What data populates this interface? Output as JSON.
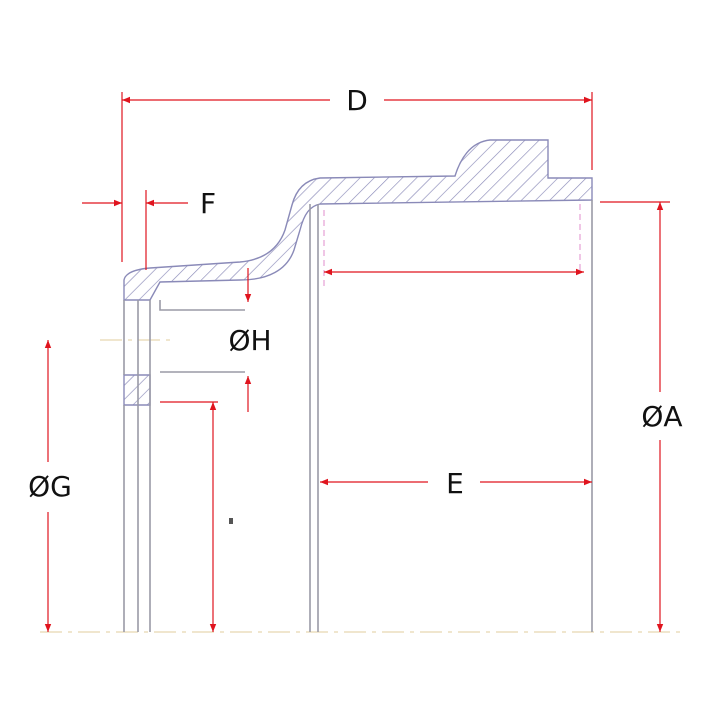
{
  "diagram": {
    "labels": {
      "D": "D",
      "F": "F",
      "H": "ØH",
      "A": "ØA",
      "G": "ØG",
      "E": "E"
    },
    "colors": {
      "dimension": "#e0141e",
      "outline": "#9a9aa6",
      "hatch": "#8a8ab8",
      "centerline": "#e8d7b0",
      "text": "#111111"
    }
  }
}
